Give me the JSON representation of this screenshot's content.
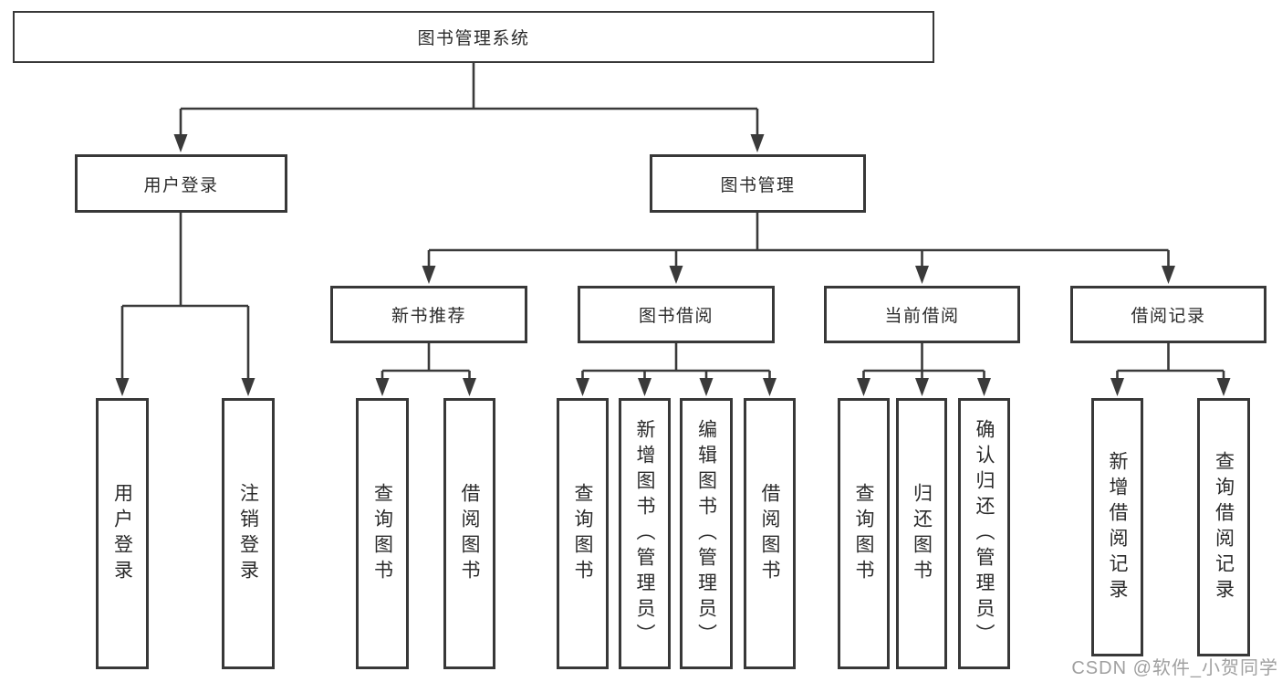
{
  "tree": {
    "label": "图书管理系统",
    "children": [
      {
        "label": "用户登录",
        "children": [
          {
            "label": "用户登录"
          },
          {
            "label": "注销登录"
          }
        ]
      },
      {
        "label": "图书管理",
        "children": [
          {
            "label": "新书推荐",
            "children": [
              {
                "label": "查询图书"
              },
              {
                "label": "借阅图书"
              }
            ]
          },
          {
            "label": "图书借阅",
            "children": [
              {
                "label": "查询图书"
              },
              {
                "label": "新增图书（管理员）"
              },
              {
                "label": "编辑图书（管理员）"
              },
              {
                "label": "借阅图书"
              }
            ]
          },
          {
            "label": "当前借阅",
            "children": [
              {
                "label": "查询图书"
              },
              {
                "label": "归还图书"
              },
              {
                "label": "确认归还（管理员）"
              }
            ]
          },
          {
            "label": "借阅记录",
            "children": [
              {
                "label": "新增借阅记录"
              },
              {
                "label": "查询借阅记录"
              }
            ]
          }
        ]
      }
    ]
  },
  "watermark": {
    "text": "CSDN @软件_小贺同学"
  },
  "colors": {
    "line": "#3a3a3a",
    "box_border": "#383838",
    "text": "#2b2b2b",
    "watermark": "#a0a0a0",
    "background": "#ffffff"
  }
}
